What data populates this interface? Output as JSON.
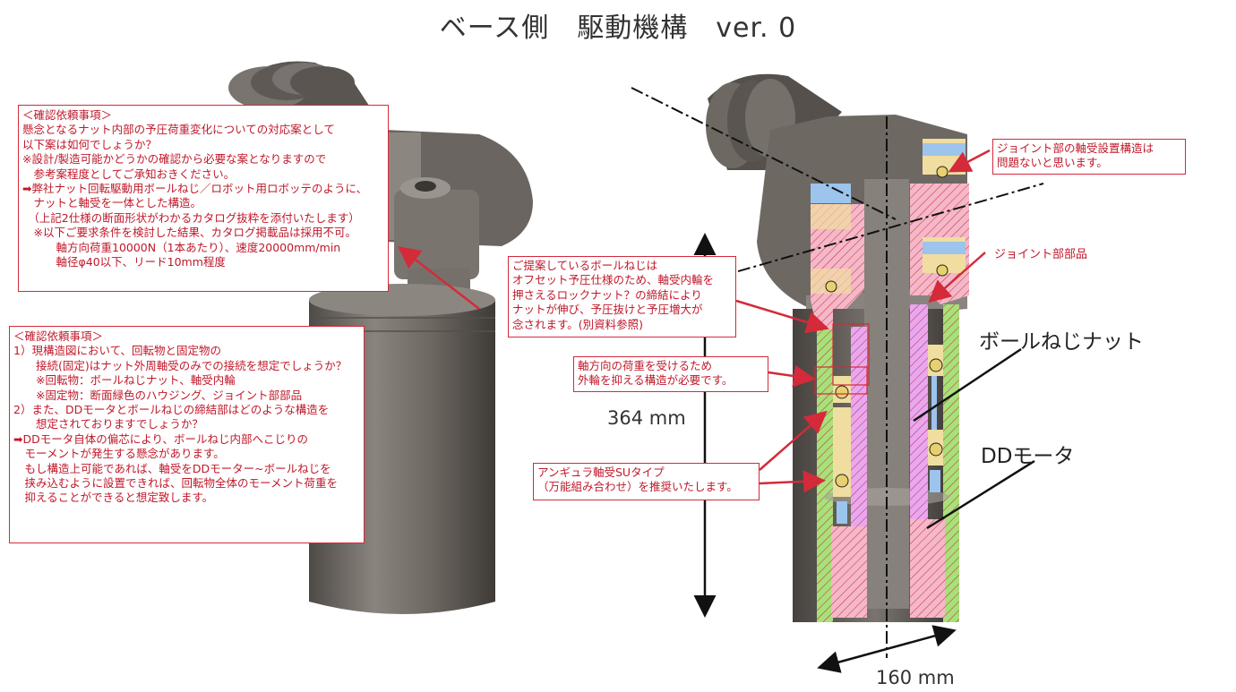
{
  "title": "ベース側　駆動機構　ver. 0",
  "note1": {
    "lines": [
      "＜確認依頼事項＞",
      "懸念となるナット内部の予圧荷重変化についての対応案として",
      "以下案は如何でしょうか？",
      "※設計/製造可能かどうかの確認から必要な案となりますので",
      "　参考案程度としてご承知おきください。",
      "",
      "➡弊社ナット回転駆動用ボールねじ／ロボット用ロボッテのように、",
      "　ナットと軸受を一体とした構造。",
      "　（上記2仕様の断面形状がわかるカタログ抜粋を添付いたします）",
      "",
      "　※以下ご要求条件を検討した結果、カタログ掲載品は採用不可。",
      "　　　軸方向荷重10000N（1本あたり）、速度20000mm/min",
      "　　　軸径φ40以下、リード10mm程度"
    ]
  },
  "note2": {
    "lines": [
      "＜確認依頼事項＞",
      "1）現構造図において、回転物と固定物の",
      "　　接続(固定)はナット外周軸受のみでの接続を想定でしょうか？",
      "",
      "　　※回転物：ボールねじナット、軸受内輪",
      "　　※固定物：断面緑色のハウジング、ジョイント部部品",
      "",
      "2）また、DDモータとボールねじの締結部はどのような構造を",
      "　　想定されておりますでしょうか？",
      "",
      "➡DDモータ自体の偏芯により、ボールねじ内部へこじりの",
      "　モーメントが発生する懸念があります。",
      "　もし構造上可能であれば、軸受をDDモーター~ボールねじを",
      "　挟み込むように設置できれば、回転物全体のモーメント荷重を",
      "　抑えることができると想定致します。"
    ]
  },
  "note3": {
    "lines": [
      "ご提案しているボールねじは",
      "オフセット予圧仕様のため、軸受内輪を",
      "押さえるロックナット？の締結により",
      "ナットが伸び、予圧抜けと予圧増大が",
      "念されます。(別資料参照)"
    ]
  },
  "note4": {
    "lines": [
      "軸方向の荷重を受けるため",
      "外輪を抑える構造が必要です。"
    ]
  },
  "note5": {
    "lines": [
      "アンギュラ軸受SUタイプ",
      "（万能組み合わせ）を推奨いたします。"
    ]
  },
  "note6": {
    "lines": [
      "ジョイント部の軸受設置構造は",
      "問題ないと思います。"
    ]
  },
  "label_joint": "ジョイント部部品",
  "label_ballscrew_nut": "ボールねじナット",
  "label_dd_motor": "DDモータ",
  "dim_height": "364 mm",
  "dim_width": "160 mm",
  "colors": {
    "annotation_red": "#d42a3a",
    "housing_green": "#a8e07a",
    "joint_pink": "#f4b8c8",
    "nut_violet": "#e8a8f0",
    "bearing_blue": "#9cc4ec",
    "body_gray": "#6e6862"
  }
}
